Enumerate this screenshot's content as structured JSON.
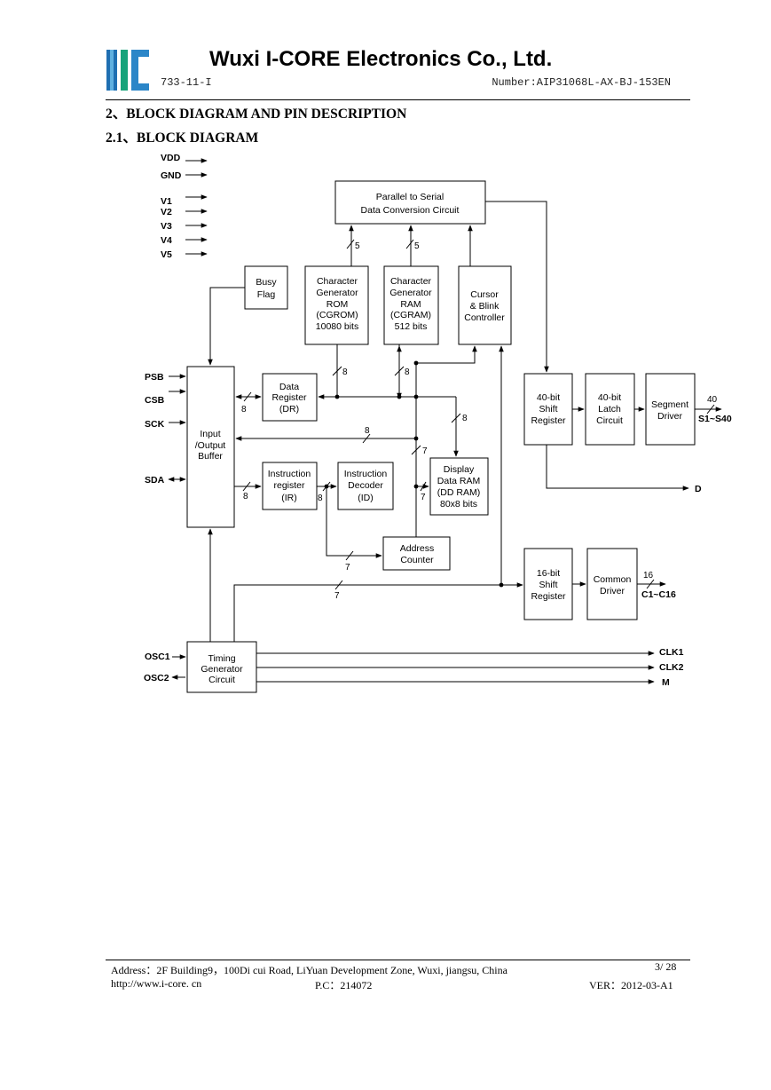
{
  "header": {
    "company": "Wuxi I-CORE Electronics Co., Ltd.",
    "doc_code": "733-11-I",
    "doc_number": "Number:AIP31068L-AX-BJ-153EN"
  },
  "section": {
    "heading": "2、BLOCK DIAGRAM AND PIN DESCRIPTION",
    "subheading": "2.1、BLOCK DIAGRAM"
  },
  "diagram": {
    "power_pins": [
      "VDD",
      "GND",
      "V1",
      "V2",
      "V3",
      "V4",
      "V5"
    ],
    "input_pins": [
      "PSB",
      "CSB",
      "SCK",
      "SDA",
      "OSC1",
      "OSC2"
    ],
    "output_pins": [
      "S1~S40",
      "D",
      "C1~C16",
      "CLK1",
      "CLK2",
      "M"
    ],
    "blocks": {
      "p2s": [
        "Parallel to Serial",
        "Data Conversion Circuit"
      ],
      "busy": [
        "Busy",
        "Flag"
      ],
      "cgrom": [
        "Character",
        "Generator",
        "ROM",
        "(CGROM)",
        "10080 bits"
      ],
      "cgram": [
        "Character",
        "Generator",
        "RAM",
        "(CGRAM)",
        "512 bits"
      ],
      "cursor": [
        "Cursor",
        "& Blink",
        "Controller"
      ],
      "io": [
        "Input",
        "/Output",
        "Buffer"
      ],
      "dr": [
        "Data",
        "Register",
        "(DR)"
      ],
      "ir": [
        "Instruction",
        "register",
        "(IR)"
      ],
      "id": [
        "Instruction",
        "Decoder",
        "(ID)"
      ],
      "ddram": [
        "Display",
        "Data RAM",
        "(DD RAM)",
        "80x8 bits"
      ],
      "ac": [
        "Address",
        "Counter"
      ],
      "shift40": [
        "40-bit",
        "Shift",
        "Register"
      ],
      "latch40": [
        "40-bit",
        "Latch",
        "Circuit"
      ],
      "segdrv": [
        "Segment",
        "Driver"
      ],
      "shift16": [
        "16-bit",
        "Shift",
        "Register"
      ],
      "comdrv": [
        "Common",
        "Driver"
      ],
      "timing": [
        "Timing",
        "Generator",
        "Circuit"
      ]
    },
    "bus_widths": {
      "cgrom_p2s": "5",
      "cgram_p2s": "5",
      "cgrom_bus": "8",
      "cgram_bus": "8",
      "dr_io": "8",
      "ddram_bus": "8",
      "io_bus": "8",
      "ac_bus": "7",
      "io_ir": "8",
      "ir_id": "8",
      "id_ddram": "7",
      "ac_in": "7",
      "timing_bus": "7",
      "seg_out": "40",
      "com_out": "16"
    }
  },
  "footer": {
    "address": "Address：2F Building9，100Di cui Road, LiYuan Development Zone, Wuxi, jiangsu, China",
    "page": "3/ 28",
    "url": "http://www.i-core. cn",
    "postcode": "P.C：214072",
    "version": "VER：2012-03-A1"
  },
  "colors": {
    "logo_blue": "#1f6fb2",
    "logo_green": "#17a37a",
    "logo_light": "#5fb0e0"
  }
}
